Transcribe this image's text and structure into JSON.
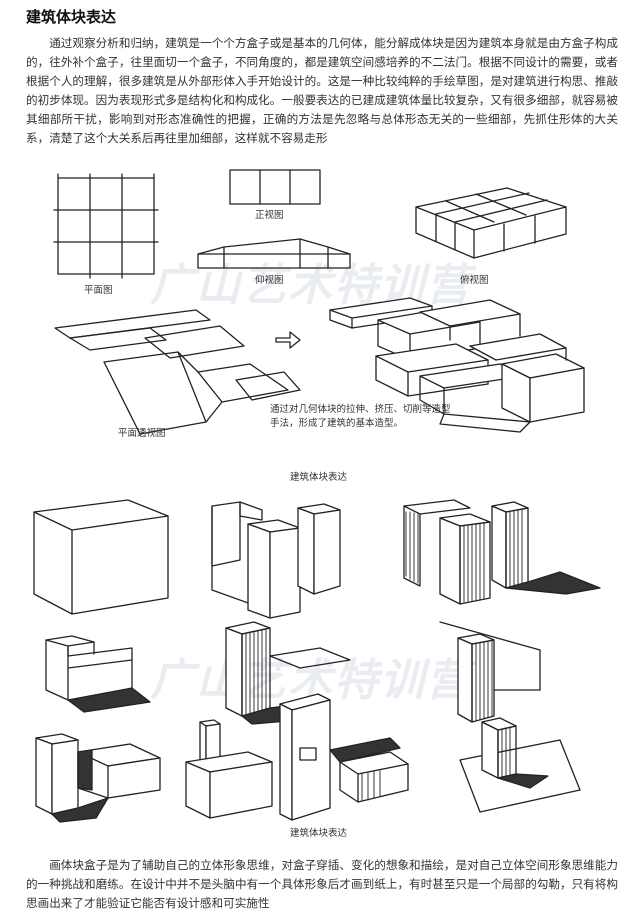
{
  "title": "建筑体块表达",
  "intro_paragraph": "通过观察分析和归纳，建筑是一个个方盒子或是基本的几何体，能分解成体块是因为建筑本身就是由方盒子构成的，往外补个盒子，往里面切一个盒子，不同角度的，都是建筑空间感培养的不二法门。根据不同设计的需要，或者根据个人的理解，很多建筑是从外部形体入手开始设计的。这是一种比较纯粹的手绘草图，是对建筑进行构思、推敲的初步体现。因为表现形式多是结构化和构成化。一般要表达的已建成建筑体量比较复杂，又有很多细部，就容易被其细部所干扰，影响到对形态准确性的把握，正确的方法是先忽略与总体形态无关的一些细部，先抓住形体的大关系，清楚了这个大关系后再往里加细部，这样就不容易走形",
  "figure1": {
    "label_plan": "平面图",
    "label_front": "正视图",
    "label_worm": "仰视图",
    "label_bird": "俯视图",
    "label_plan_persp": "平面透视图",
    "note_line1": "通过对几何体块的拉伸、挤压、切削等造型",
    "note_line2": "手法，形成了建筑的基本造型。",
    "caption": "建筑体块表达"
  },
  "figure2": {
    "caption": "建筑体块表达"
  },
  "watermark": "广山艺术特训营",
  "closing_paragraph": "画体块盒子是为了辅助自己的立体形象思维，对盒子穿插、变化的想象和描绘，是对自己立体空间形象思维能力的一种挑战和磨练。在设计中并不是头脑中有一个具体形象后才画到纸上，有时甚至只是一个局部的勾勒，只有将构思画出来了才能验证它能否有设计感和可实施性"
}
